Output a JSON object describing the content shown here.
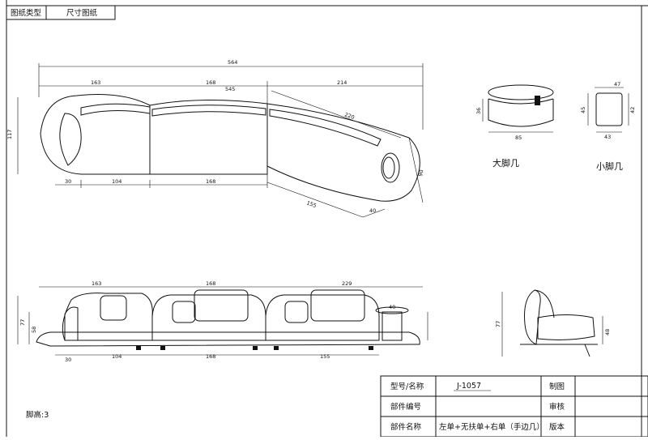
{
  "header": {
    "type_label": "图纸类型",
    "type_value": "尺寸图纸"
  },
  "top_view": {
    "overall": "564",
    "inner": "545",
    "seg_left": "163",
    "seg_mid": "168",
    "seg_right": "214",
    "depth": "117",
    "bottom_left": "30",
    "bottom_a": "104",
    "bottom_b": "168",
    "diag_inner": "220",
    "diag_bottom": "155",
    "diag_small": "40",
    "end_depth": "90"
  },
  "big_ottoman": {
    "label": "大脚几",
    "width": "85",
    "height": "36"
  },
  "small_ottoman": {
    "label": "小脚几",
    "top": "47",
    "bottom": "43",
    "height_left": "45",
    "height_right": "42"
  },
  "front_view": {
    "seg_left": "163",
    "seg_mid": "168",
    "seg_right": "229",
    "height": "77",
    "seat": "58",
    "table": "40",
    "bottom_left": "30",
    "bottom_a": "104",
    "bottom_b": "168",
    "bottom_c": "155"
  },
  "side_view": {
    "height": "77",
    "seat": "48"
  },
  "leg_note": "脚高:3",
  "title_block": {
    "row1_label": "型号/名称",
    "row1_value": "J-1057",
    "row1_right": "制图",
    "row2_label": "部件编号",
    "row2_value": "",
    "row2_right": "审核",
    "row3_label": "部件名称",
    "row3_value": "左单+无扶单+右单（手边几）",
    "row3_right": "版本"
  }
}
